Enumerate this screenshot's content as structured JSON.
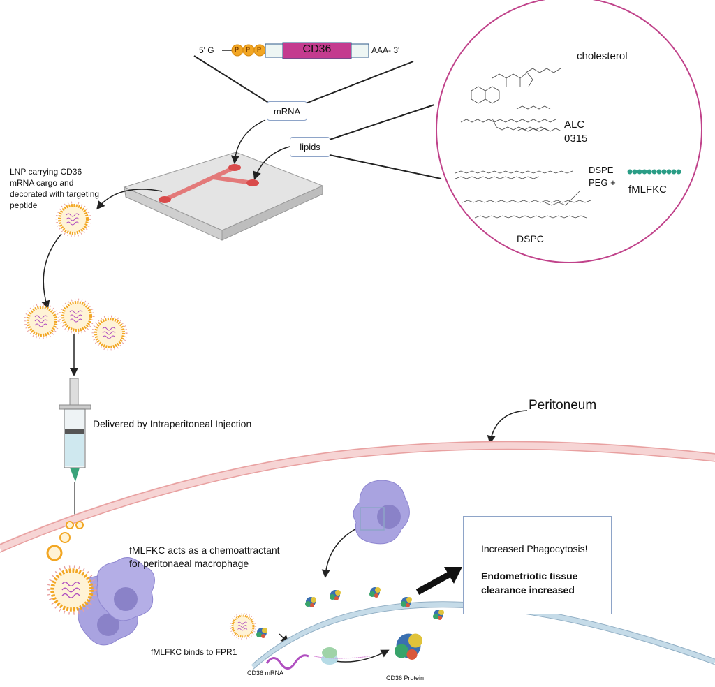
{
  "mrna_construct": {
    "five_prime": "5' G",
    "phosphate": "P",
    "gene": "CD36",
    "three_prime": "AAA- 3'"
  },
  "labels": {
    "mrna": "mRNA",
    "lipids": "lipids",
    "lnp_description": [
      "LNP carrying CD36",
      "mRNA cargo and",
      "decorated with targeting",
      "peptide"
    ],
    "injection": "Delivered by Intraperitoneal Injection",
    "peritoneum": "Peritoneum",
    "chemoattractant": [
      "fMLFKC acts as a chemoattractant",
      "for peritonaeal macrophage"
    ],
    "binding": "fMLFKC binds to FPR1",
    "cd36_mrna": "CD36 mRNA",
    "cd36_protein": "CD36 Protein"
  },
  "lipid_components": {
    "cholesterol": "cholesterol",
    "ionizable": [
      "ALC",
      "0315"
    ],
    "peg": [
      "DSPE",
      "PEG +"
    ],
    "peptide": "fMLFKC",
    "dspc": "DSPC"
  },
  "outcome": {
    "line1": "Increased Phagocytosis!",
    "bold": [
      "Endometriotic tissue",
      "clearance increased"
    ]
  },
  "colors": {
    "cd36": "#c43b8f",
    "circle": "#c0428a",
    "lnp": "#f2a623",
    "macrophage": "#a9a3e0",
    "peritoneum": "#f1b8b8",
    "peptide": "#2a9d86",
    "box_border": "#8ea4c8"
  }
}
